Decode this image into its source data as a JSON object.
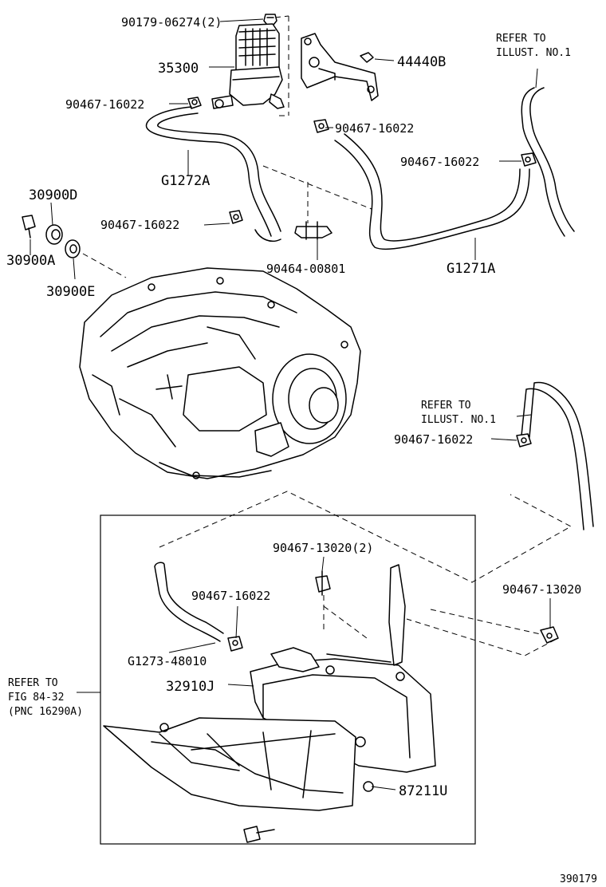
{
  "labels": {
    "l_90179": "90179-06274(2)",
    "l_35300": "35300",
    "l_44440B": "44440B",
    "l_refer1_a": "REFER TO",
    "l_refer1_b": "ILLUST. NO.1",
    "l_90467_a": "90467-16022",
    "l_90467_b": "90467-16022",
    "l_90467_c": "90467-16022",
    "l_90467_d": "90467-16022",
    "l_G1272A": "G1272A",
    "l_30900D": "30900D",
    "l_30900A": "30900A",
    "l_30900E": "30900E",
    "l_90464": "90464-00801",
    "l_G1271A": "G1271A",
    "l_refer2_a": "REFER TO",
    "l_refer2_b": "ILLUST. NO.1",
    "l_90467_e": "90467-16022",
    "l_90467_13020_2": "90467-13020(2)",
    "l_90467_13020": "90467-13020",
    "l_90467_f": "90467-16022",
    "l_G1273": "G1273-48010",
    "l_32910J": "32910J",
    "l_fig_a": "REFER TO",
    "l_fig_b": "FIG 84-32",
    "l_fig_c": "(PNC 16290A)",
    "l_87211U": "87211U",
    "l_code": "390179"
  }
}
